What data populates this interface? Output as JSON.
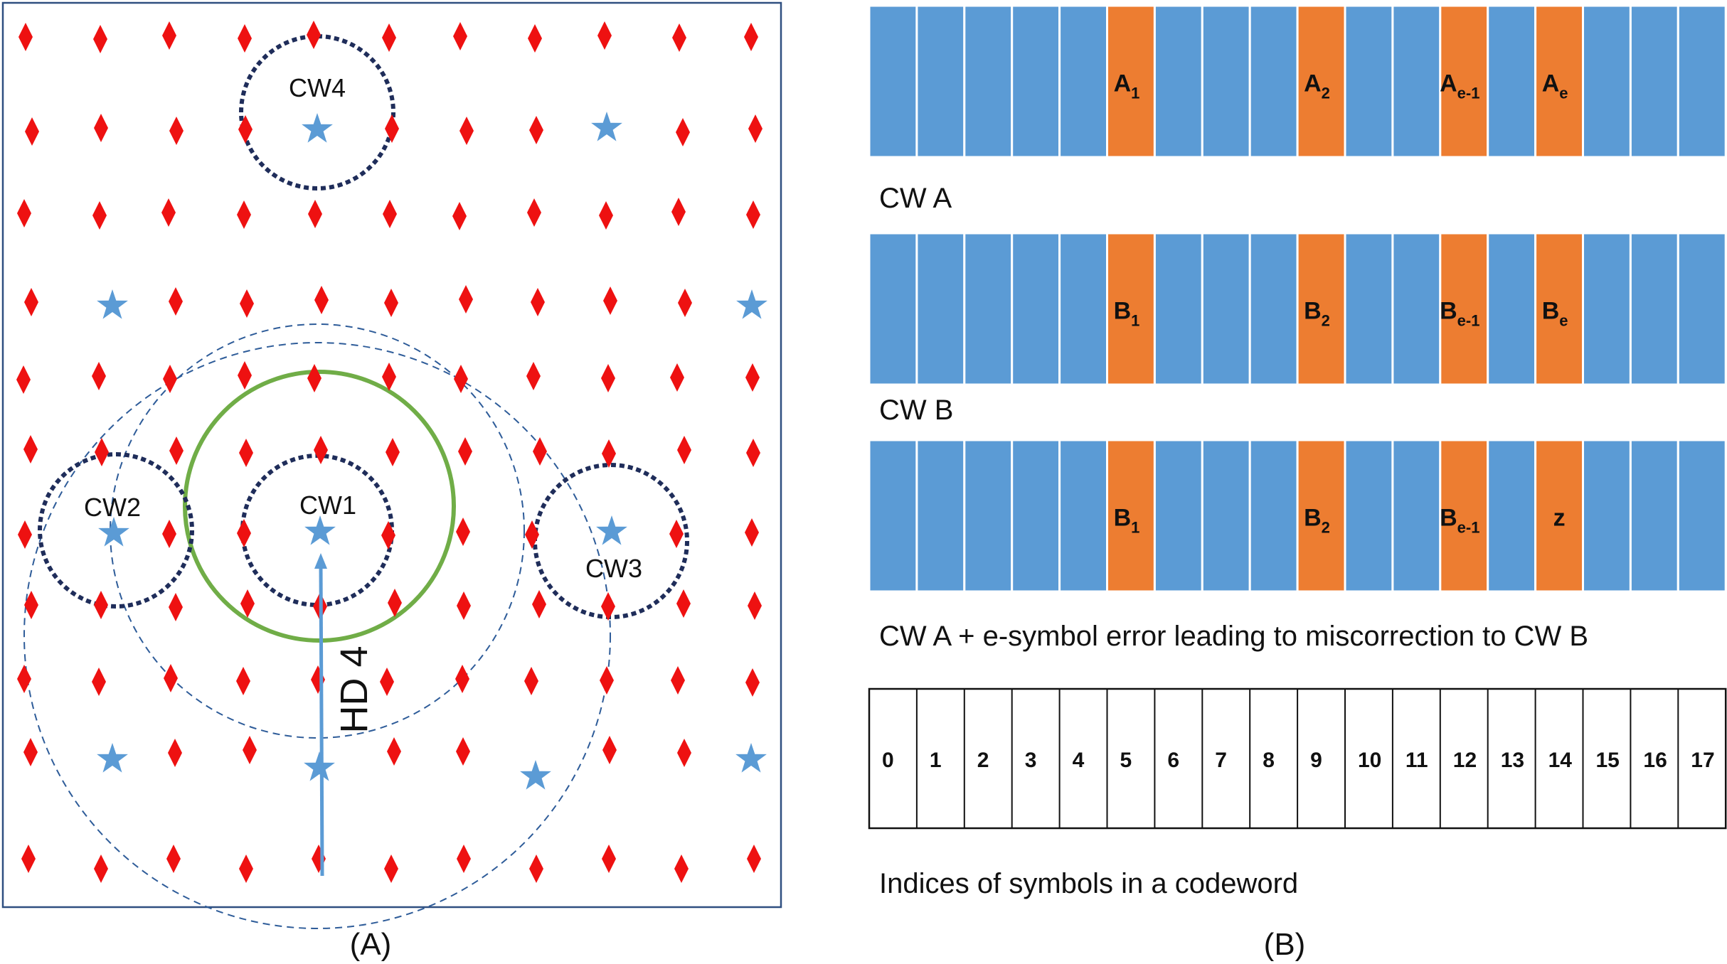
{
  "panel_a": {
    "codewords": [
      "CW1",
      "CW2",
      "CW3",
      "CW4"
    ],
    "distance_label": "HD 4",
    "caption": "(A)",
    "colors": {
      "lattice_point": "#ee1111",
      "codeword_star": "#5b9bd5",
      "decode_radius": "#1f2d5a",
      "guard_circle": "#70ad47",
      "sphere_dashes": "#2e5c99",
      "arrow": "#5b9bd5"
    }
  },
  "panel_b": {
    "rows": [
      {
        "cells": [
          "",
          "",
          "",
          "",
          "",
          "A1",
          "",
          "",
          "",
          "A2",
          "",
          "",
          "Ae-1",
          "",
          "Ae",
          "",
          "",
          ""
        ],
        "subs": [
          "",
          "",
          "",
          "",
          "",
          "1",
          "",
          "",
          "",
          "2",
          "",
          "",
          "e-1",
          "",
          "e",
          "",
          "",
          ""
        ],
        "base": [
          "",
          "",
          "",
          "",
          "",
          "A",
          "",
          "",
          "",
          "A",
          "",
          "",
          "A",
          "",
          "A",
          "",
          "",
          ""
        ],
        "caption": "CW A"
      },
      {
        "cells": [
          "",
          "",
          "",
          "",
          "",
          "B1",
          "",
          "",
          "",
          "B2",
          "",
          "",
          "Be-1",
          "",
          "Be",
          "",
          "",
          ""
        ],
        "subs": [
          "",
          "",
          "",
          "",
          "",
          "1",
          "",
          "",
          "",
          "2",
          "",
          "",
          "e-1",
          "",
          "e",
          "",
          "",
          ""
        ],
        "base": [
          "",
          "",
          "",
          "",
          "",
          "B",
          "",
          "",
          "",
          "B",
          "",
          "",
          "B",
          "",
          "B",
          "",
          "",
          ""
        ],
        "caption": "CW B"
      },
      {
        "cells": [
          "",
          "",
          "",
          "",
          "",
          "B1",
          "",
          "",
          "",
          "B2",
          "",
          "",
          "Be-1",
          "",
          "z",
          "",
          "",
          ""
        ],
        "subs": [
          "",
          "",
          "",
          "",
          "",
          "1",
          "",
          "",
          "",
          "2",
          "",
          "",
          "e-1",
          "",
          "",
          "",
          "",
          ""
        ],
        "base": [
          "",
          "",
          "",
          "",
          "",
          "B",
          "",
          "",
          "",
          "B",
          "",
          "",
          "B",
          "",
          "z",
          "",
          "",
          ""
        ],
        "caption": "CW A + e-symbol error leading to miscorrection to CW B"
      }
    ],
    "highlight_indices": [
      5,
      9,
      12,
      14
    ],
    "indices": [
      "0",
      "1",
      "2",
      "3",
      "4",
      "5",
      "6",
      "7",
      "8",
      "9",
      "10",
      "11",
      "12",
      "13",
      "14",
      "15",
      "16",
      "17"
    ],
    "indices_caption": "Indices of symbols in a codeword",
    "caption": "(B)",
    "colors": {
      "normal_cell": "#5b9bd5",
      "error_cell": "#ed7d31",
      "index_cell": "#ffffff"
    }
  }
}
